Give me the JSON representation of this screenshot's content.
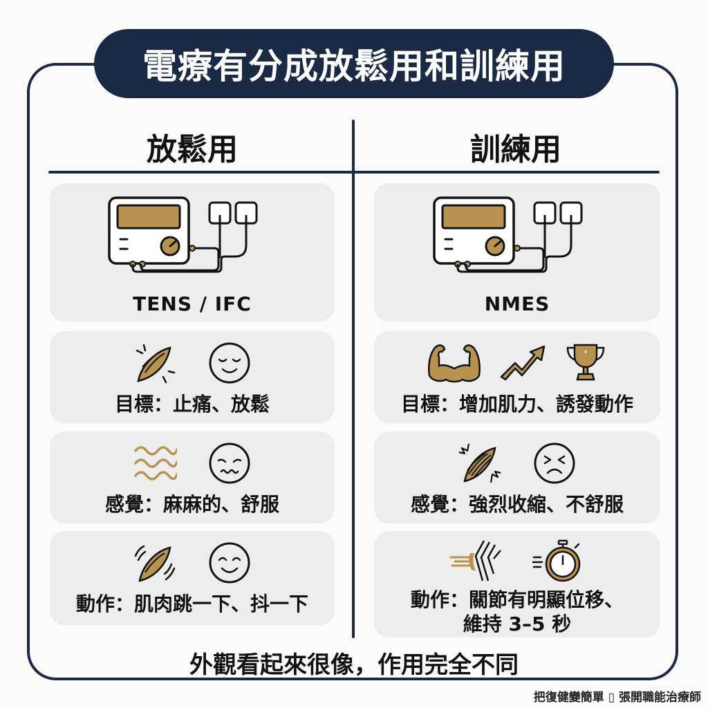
{
  "title": "電療有分成放鬆用和訓練用",
  "colors": {
    "navy": "#1B2A44",
    "gold": "#B8924F",
    "card_bg": "#EDEDED",
    "page_bg": "#FBFBFA",
    "text": "#111111"
  },
  "columns": [
    {
      "heading": "放鬆用",
      "device": {
        "icon": "electrotherapy-device-icon",
        "label": "TENS / IFC"
      },
      "rows": [
        {
          "icons": [
            "relaxed-muscle-icon",
            "calm-face-icon"
          ],
          "label": "目標：止痛、放鬆"
        },
        {
          "icons": [
            "tingling-waves-icon",
            "uneasy-face-icon"
          ],
          "label": "感覺：麻麻的、舒服"
        },
        {
          "icons": [
            "twitching-muscle-icon",
            "smiling-face-icon"
          ],
          "label": "動作：肌肉跳一下、抖一下"
        }
      ]
    },
    {
      "heading": "訓練用",
      "device": {
        "icon": "electrotherapy-device-icon",
        "label": "NMES"
      },
      "rows": [
        {
          "icons": [
            "flexed-arm-icon",
            "trending-up-arrow-icon",
            "trophy-icon"
          ],
          "label": "目標：增加肌力、誘發動作"
        },
        {
          "icons": [
            "contracting-muscle-icon",
            "distressed-face-icon"
          ],
          "label": "感覺：強烈收縮、不舒服"
        },
        {
          "icons": [
            "moving-joint-icon",
            "stopwatch-icon"
          ],
          "label_line1": "動作：關節有明顯位移、",
          "label_line2": "維持 3–5 秒"
        }
      ]
    }
  ],
  "footer": "外觀看起來很像，作用完全不同",
  "credit": "把復健變簡單 ▯ 張開職能治療師"
}
